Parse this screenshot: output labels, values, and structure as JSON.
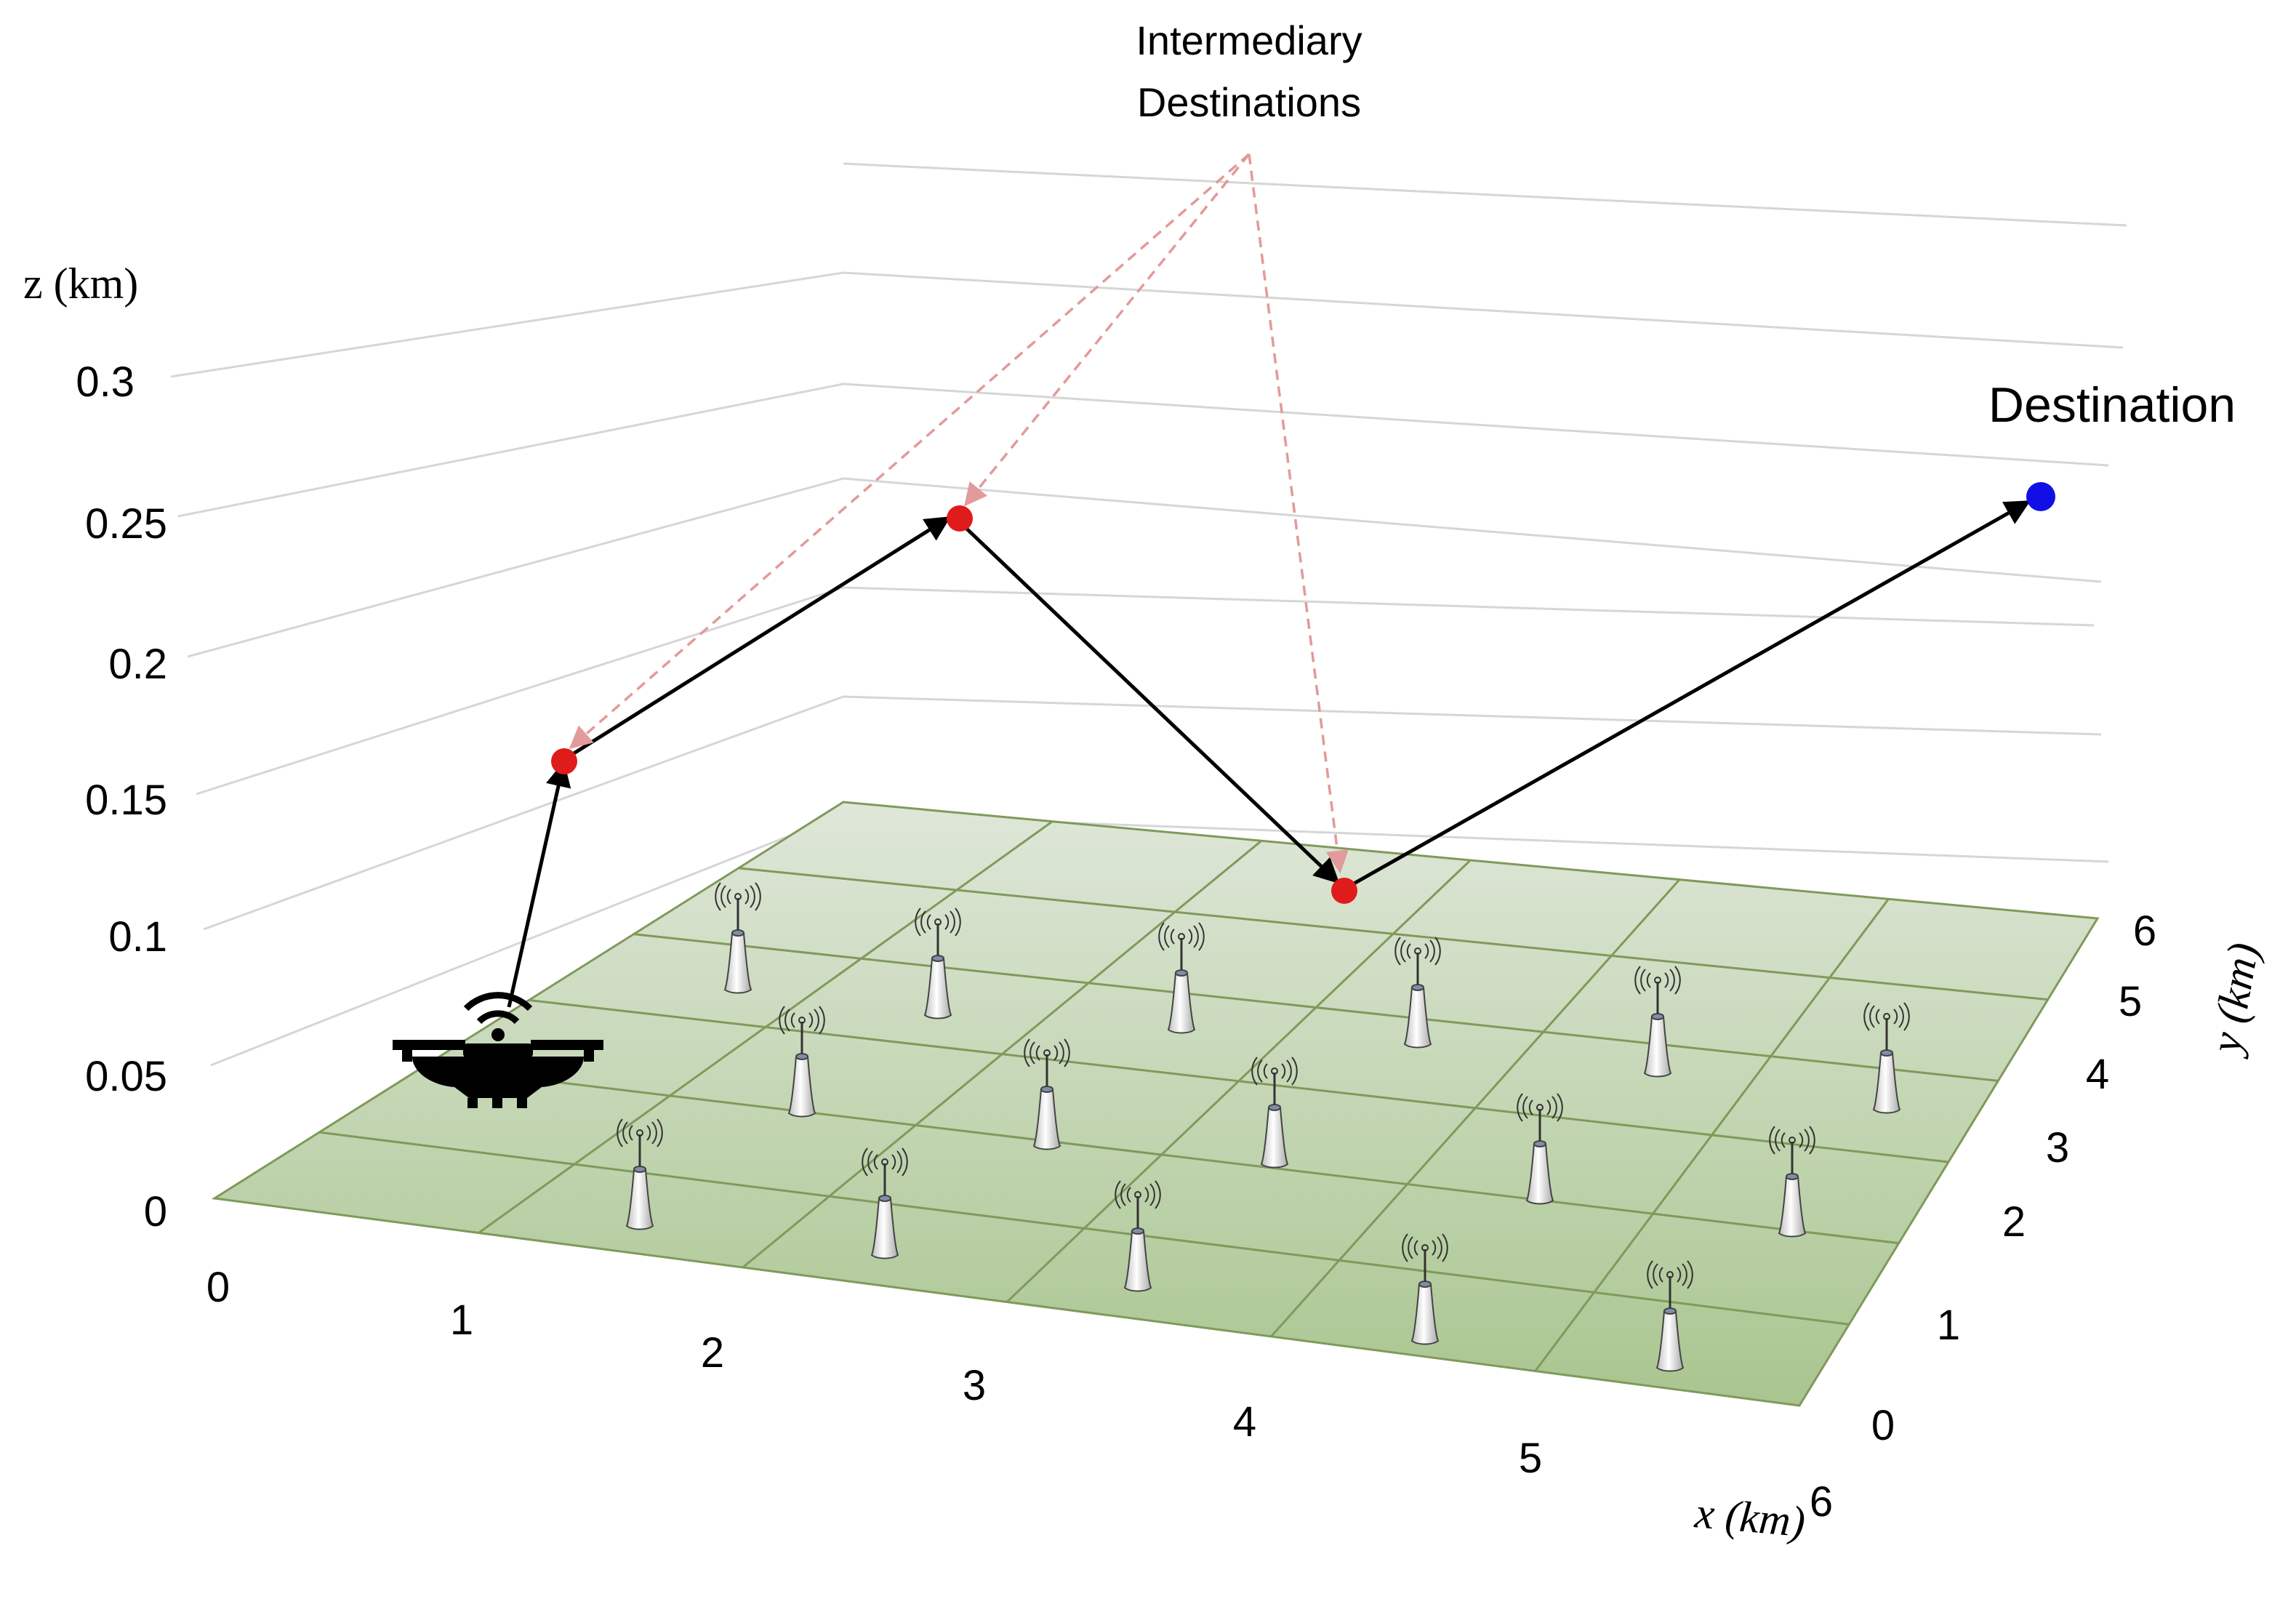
{
  "labels": {
    "z_axis": "z (km)",
    "x_axis": "x (km)",
    "y_axis": "y (km)",
    "intermediary_line1": "Intermediary",
    "intermediary_line2": "Destinations",
    "destination": "Destination"
  },
  "z_ticks": [
    "0",
    "0.05",
    "0.1",
    "0.15",
    "0.2",
    "0.25",
    "0.3"
  ],
  "x_ticks": [
    "0",
    "1",
    "2",
    "3",
    "4",
    "5",
    "6"
  ],
  "y_ticks": [
    "0",
    "1",
    "2",
    "3",
    "4",
    "5",
    "6"
  ],
  "colors": {
    "ground_top": "#d9e3d2",
    "ground_bottom": "#a8c48e",
    "ground_grid": "#7f9a5a",
    "wall_grid": "#d6d6d6",
    "waypoint": "#e01b1b",
    "destination": "#1010e6",
    "path": "#000000",
    "annotation_arrow": "#e39a9a",
    "uav": "#000000"
  },
  "icons": {
    "uav": "drone-icon",
    "base_station": "cell-tower-icon"
  }
}
